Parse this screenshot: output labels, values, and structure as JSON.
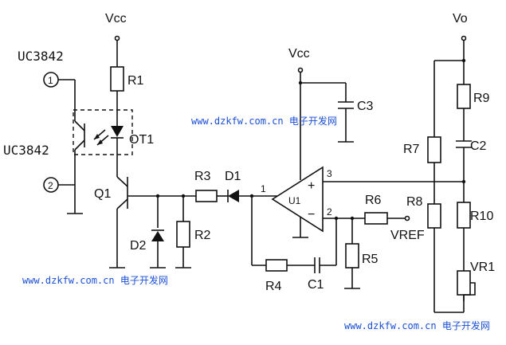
{
  "supply": {
    "vcc_left": "Vcc",
    "vcc_mid": "Vcc",
    "vo": "Vo"
  },
  "ic_labels": {
    "uc_top": "UC3842",
    "uc_mid": "UC3842",
    "pin1": "1",
    "pin2": "2"
  },
  "components": {
    "r1": "R1",
    "ot1": "OT1",
    "q1": "Q1",
    "d2": "D2",
    "r2": "R2",
    "r3": "R3",
    "d1": "D1",
    "node1": "1",
    "u1": "U1",
    "pin3": "3",
    "pin2": "2",
    "c3": "C3",
    "r6": "R6",
    "vref": "VREF",
    "r4": "R4",
    "c1": "C1",
    "r5": "R5",
    "r7": "R7",
    "r8": "R8",
    "r9": "R9",
    "c2": "C2",
    "r10": "R10",
    "vr1": "VR1"
  },
  "watermarks": {
    "top": "www.dzkfw.com.cn 电子开发网",
    "left": "www.dzkfw.com.cn 电子开发网",
    "right": "www.dzkfw.com.cn 电子开发网"
  },
  "colors": {
    "ink": "#111111",
    "watermark": "#1a4fd6",
    "optocoupler_box": "#111111"
  }
}
